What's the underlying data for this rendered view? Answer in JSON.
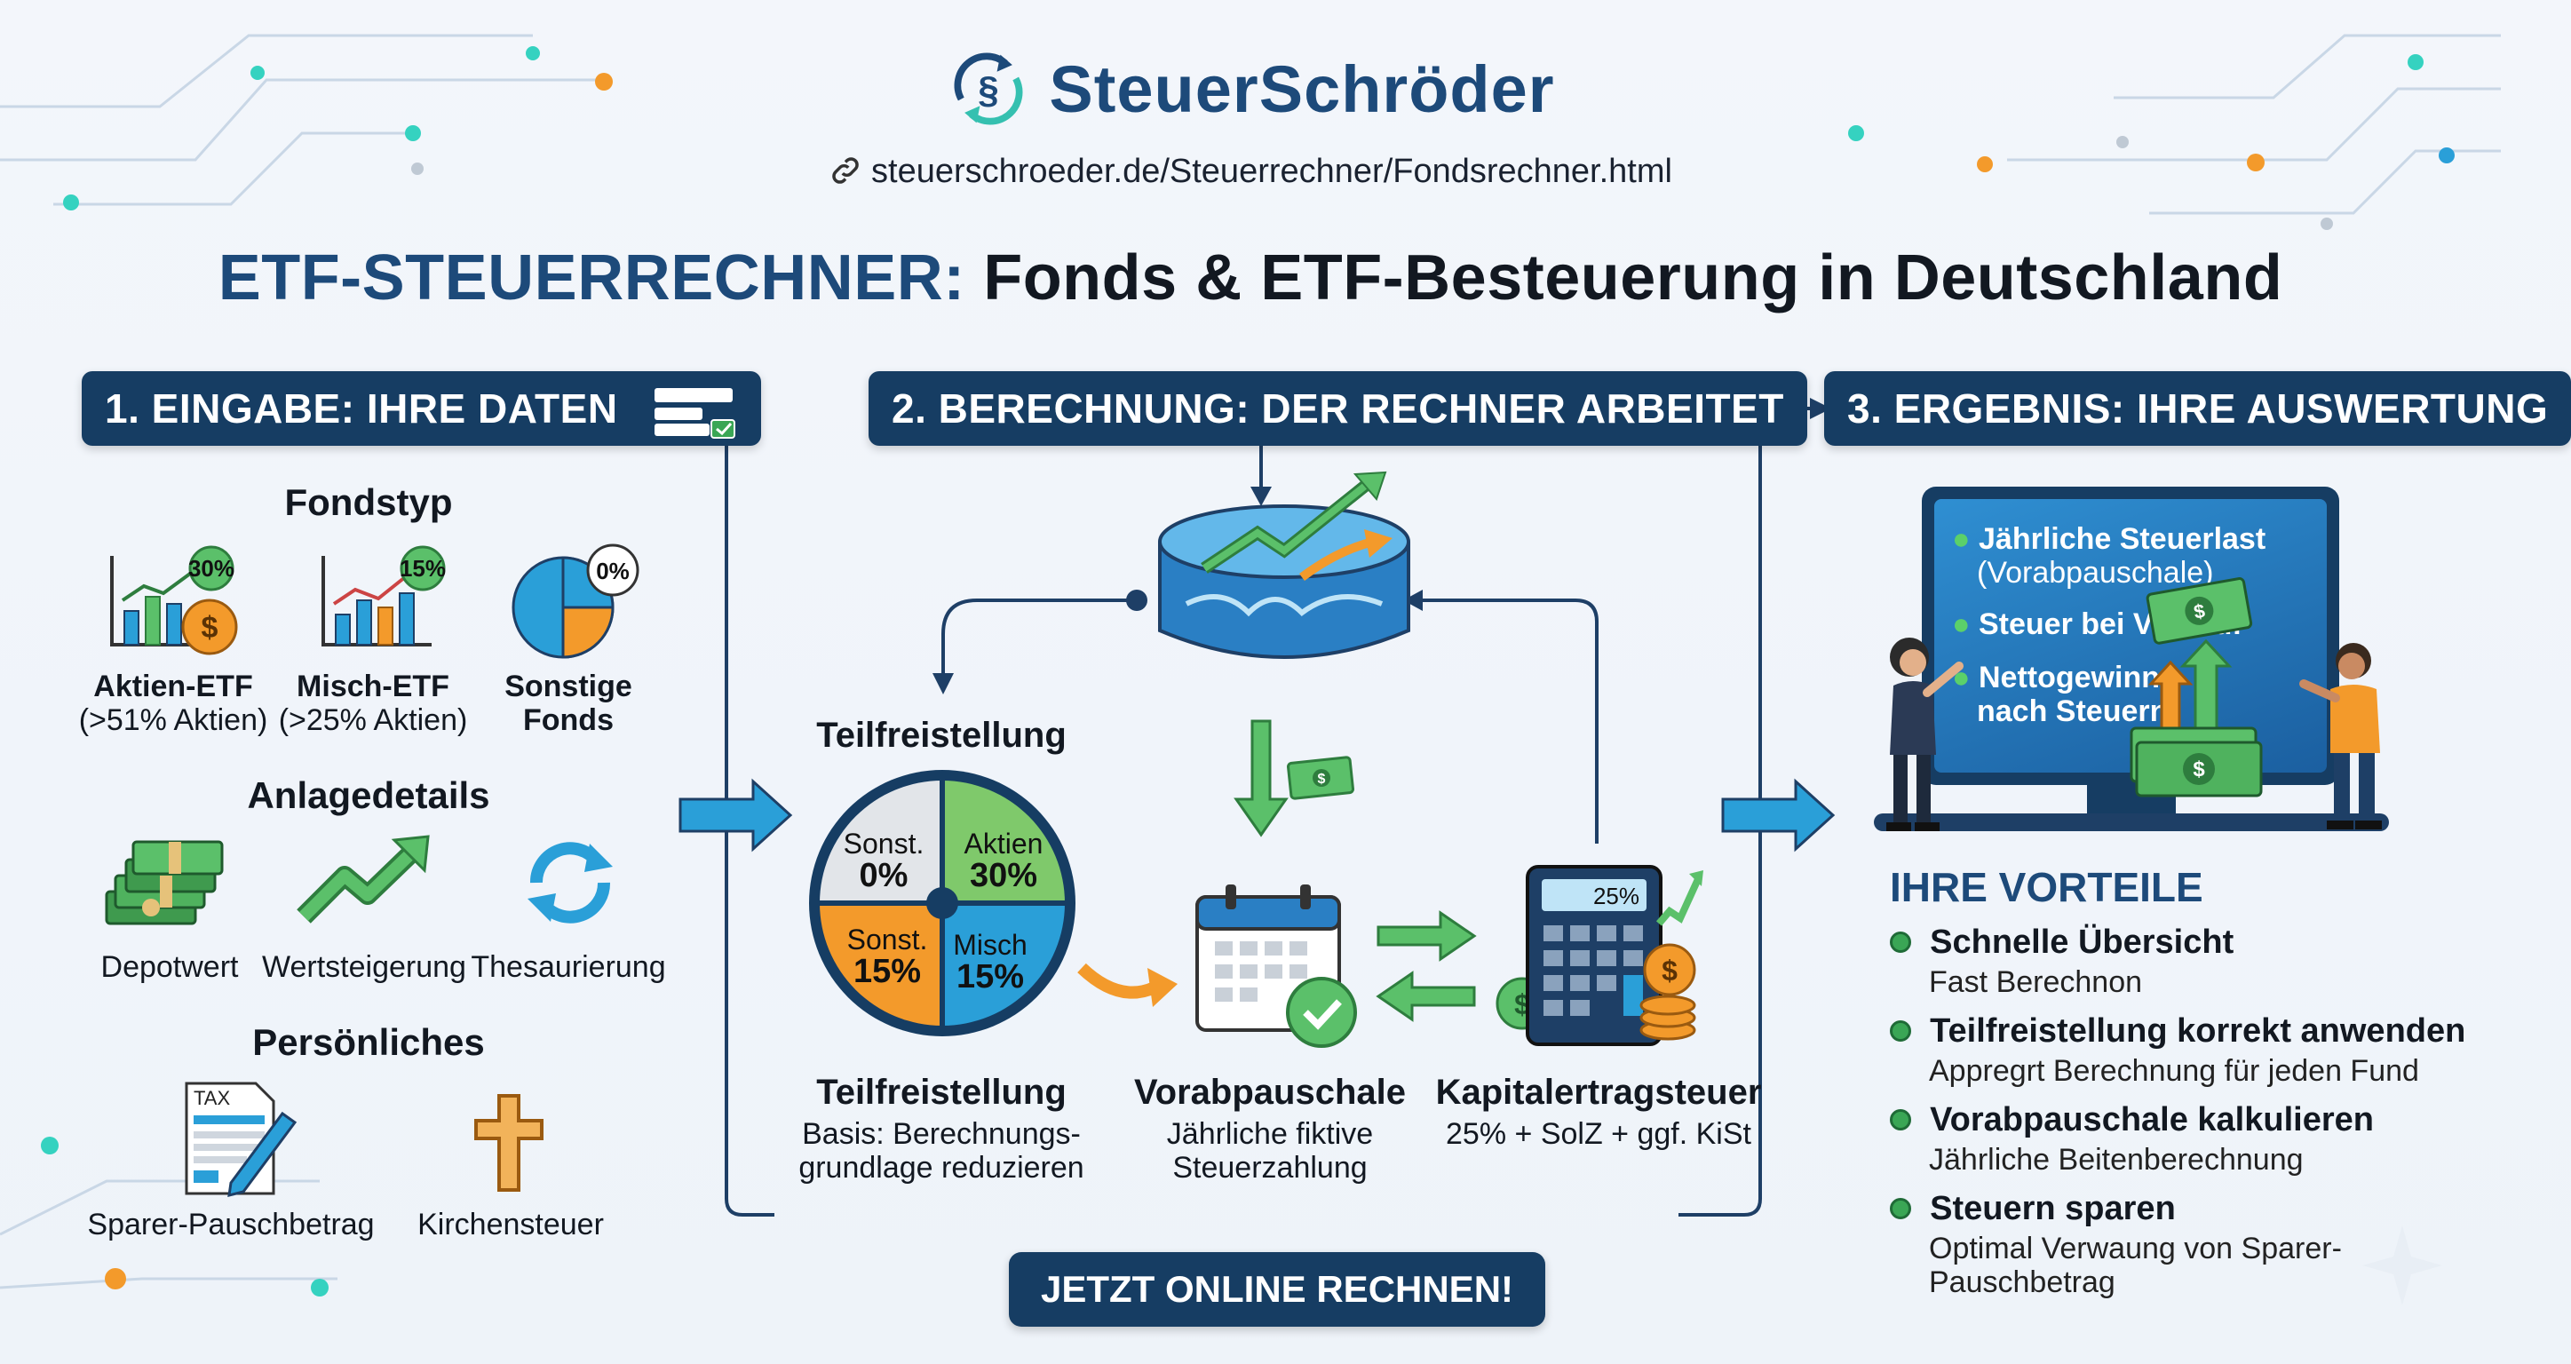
{
  "brand": {
    "name": "SteuerSchröder",
    "url": "steuerschroeder.de/Steuerrechner/Fondsrechner.html"
  },
  "title": {
    "accent": "ETF-STEUERRECHNER:",
    "rest": "Fonds & ETF-Besteuerung in Deutschland"
  },
  "step1": {
    "heading": "1. EINGABE: IHRE DATEN",
    "fondstyp_title": "Fondstyp",
    "fondstyp": [
      {
        "badge": "30%",
        "name": "Aktien-ETF",
        "sub": "(>51% Aktien)"
      },
      {
        "badge": "15%",
        "name": "Misch-ETF",
        "sub": "(>25% Aktien)"
      },
      {
        "badge": "0%",
        "name": "Sonstige",
        "sub": "Fonds"
      }
    ],
    "anlage_title": "Anlagedetails",
    "anlage": [
      "Depotwert",
      "Wertsteigerung",
      "Thesaurierung"
    ],
    "personal_title": "Persönliches",
    "personal": [
      "Sparer-Pauschbetrag",
      "Kirchensteuer"
    ],
    "tax_form_label": "TAX"
  },
  "step2": {
    "heading": "2. BERECHNUNG: DER RECHNER ARBEITET",
    "wheel_title": "Teilfreistellung",
    "wheel": [
      {
        "name": "Sonst.",
        "pct": "0%"
      },
      {
        "name": "Aktien",
        "pct": "30%"
      },
      {
        "name": "Sonst.",
        "pct": "15%"
      },
      {
        "name": "Misch",
        "pct": "15%"
      }
    ],
    "calc_display": "25%",
    "teil_title": "Teilfreistellung",
    "teil_sub1": "Basis: Berechnungs-",
    "teil_sub2": "grundlage reduzieren",
    "vorab_title": "Vorabpauschale",
    "vorab_sub1": "Jährliche fiktive",
    "vorab_sub2": "Steuerzahlung",
    "kap_title": "Kapitalertragsteuer",
    "kap_sub": "25% + SolZ + ggf. KiSt"
  },
  "step3": {
    "heading": "3. ERGEBNIS: IHRE AUSWERTUNG",
    "screen": [
      {
        "line1": "Jährliche Steuerlast",
        "line2": "(Vorabpauschale)"
      },
      {
        "line1": "Steuer bei Verkauf",
        "line2": ""
      },
      {
        "line1": "Nettogewinn",
        "line2": "nach Steuern"
      }
    ],
    "vorteile_title": "IHRE VORTEILE",
    "vorteile": [
      {
        "title": "Schnelle Übersicht",
        "sub1": "Fast Berechnon",
        "sub2": ""
      },
      {
        "title": "Teilfreistellung korrekt anwenden",
        "sub1": "Appregrt Berechnung für jeden Fund",
        "sub2": ""
      },
      {
        "title": "Vorabpauschale kalkulieren",
        "sub1": "Jährliche Beitenberechnung",
        "sub2": ""
      },
      {
        "title": "Steuern sparen",
        "sub1": "Optimal Verwaung von Sparer-",
        "sub2": "Pauschbetrag"
      }
    ]
  },
  "cta": "JETZT ONLINE RECHNEN!",
  "colors": {
    "navy": "#163d63",
    "brand_blue": "#1d4a7a",
    "green": "#3aa655",
    "orange": "#f39a2b",
    "sky": "#2a9fd8"
  }
}
